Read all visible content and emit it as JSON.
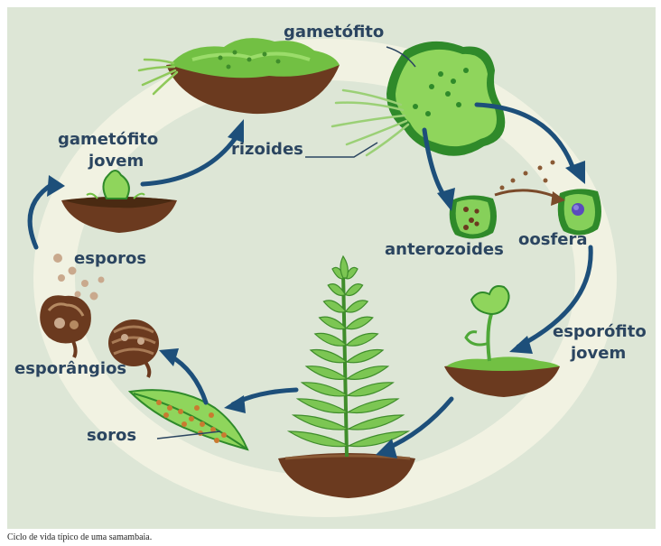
{
  "labels": {
    "gametofito": "gametófito",
    "rizoides": "rizoides",
    "gametofito_jovem_1": "gametófito",
    "gametofito_jovem_2": "jovem",
    "anterozoides": "anterozoides",
    "oosfera": "oosfera",
    "esporofito_jovem_1": "esporófito",
    "esporofito_jovem_2": "jovem",
    "esporos": "esporos",
    "esporangios": "esporângios",
    "soros": "soros"
  },
  "caption": "Ciclo de vida típico de uma samambaia.",
  "colors": {
    "background": "#dde6d6",
    "cycle_band": "#f1f2e3",
    "arrow": "#1d4f7a",
    "soil": "#6b3a1f",
    "moss": "#72c043",
    "leaf": "#5dbb45",
    "label": "#2b4560",
    "spore": "#c9a98d"
  }
}
